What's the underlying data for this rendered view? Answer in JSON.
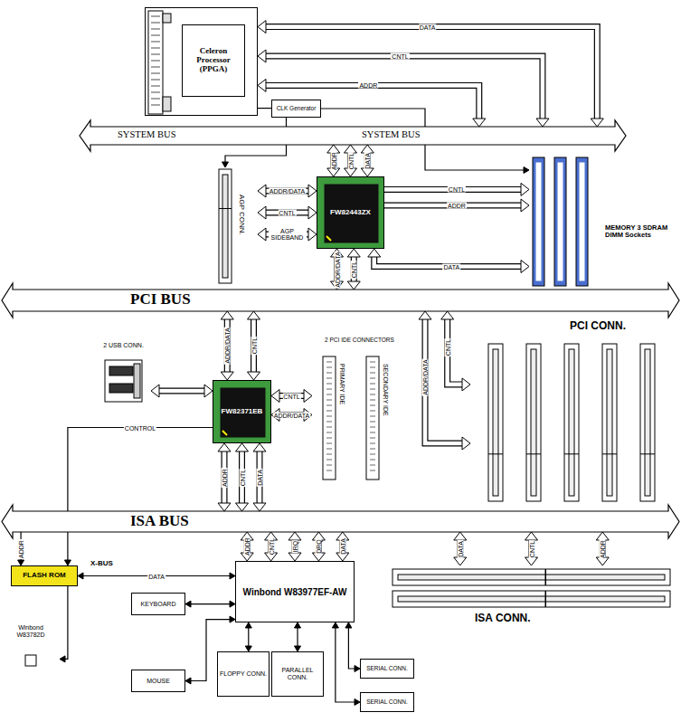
{
  "diagram": {
    "nodes": [
      {
        "text": [
          "Celeron Processor (PPGA)"
        ]
      },
      {
        "text": [
          "CLK Generator"
        ]
      },
      {
        "text": [
          "SYSTEM BUS",
          "SYSTEM BUS"
        ]
      },
      {
        "text": [
          "AGP CONN."
        ]
      },
      {
        "text": [
          "FW82443ZX"
        ]
      },
      {
        "text": [
          "MEMORY 3 SDRAM DIMM Sockets"
        ]
      },
      {
        "text": [
          "PCI BUS"
        ]
      },
      {
        "text": [
          "2 USB CONN."
        ]
      },
      {
        "text": [
          "FW82371EB"
        ]
      },
      {
        "text": [
          "2 PCI IDE CONNECTORS"
        ]
      },
      {
        "text": [
          "PRIMARY IDE"
        ],
        "in": 9
      },
      {
        "text": [
          "SECONDARY IDE"
        ],
        "in": 9
      },
      {
        "text": [
          "PCI CONN."
        ]
      },
      {
        "text": [
          "ISA BUS"
        ]
      },
      {
        "text": [
          "FLASH ROM"
        ]
      },
      {
        "text": [
          "Winbond W83782D"
        ]
      },
      {
        "text": [
          "Winbond W83977EF-AW"
        ]
      },
      {
        "text": [
          "KEYBOARD"
        ]
      },
      {
        "text": [
          "MOUSE"
        ]
      },
      {
        "text": [
          "FLOPPY CONN."
        ]
      },
      {
        "text": [
          "PARALLEL CONN."
        ]
      },
      {
        "text": [
          "SERIAL CONN."
        ]
      },
      {
        "text": [
          "SERIAL CONN."
        ]
      },
      {
        "text": [
          "ISA CONN."
        ]
      }
    ],
    "edges": [
      {
        "from": 0,
        "to": 2,
        "arrow": "both",
        "label": "DATA"
      },
      {
        "from": 0,
        "to": 2,
        "arrow": "both",
        "label": "CNTL"
      },
      {
        "from": 0,
        "to": 2,
        "arrow": "both",
        "label": "ADDR"
      },
      {
        "from": 0,
        "to": 1,
        "arrow": "none"
      },
      {
        "from": 1,
        "to": 3,
        "arrow": "to"
      },
      {
        "from": 1,
        "to": 5,
        "arrow": "to"
      },
      {
        "from": 4,
        "to": 3,
        "arrow": "both",
        "label": "ADDR/DATA"
      },
      {
        "from": 4,
        "to": 3,
        "arrow": "both",
        "label": "CNTL"
      },
      {
        "from": 4,
        "to": 3,
        "arrow": "both",
        "label": "AGP SIDEBAND"
      },
      {
        "from": 4,
        "to": 2,
        "arrow": "both",
        "label": "ADDR"
      },
      {
        "from": 4,
        "to": 2,
        "arrow": "both",
        "label": "CNTL"
      },
      {
        "from": 4,
        "to": 2,
        "arrow": "both",
        "label": "DATA"
      },
      {
        "from": 4,
        "to": 5,
        "arrow": "to",
        "label": "CNTL"
      },
      {
        "from": 4,
        "to": 5,
        "arrow": "to",
        "label": "ADDR"
      },
      {
        "from": 4,
        "to": 5,
        "arrow": "both",
        "label": "DATA"
      },
      {
        "from": 4,
        "to": 6,
        "arrow": "both",
        "label": "ADDR/DATA"
      },
      {
        "from": 4,
        "to": 6,
        "arrow": "both",
        "label": "CNTL"
      },
      {
        "from": 6,
        "to": 8,
        "arrow": "both",
        "label": "ADDR/DATA"
      },
      {
        "from": 6,
        "to": 8,
        "arrow": "both",
        "label": "CNTL"
      },
      {
        "from": 7,
        "to": 8,
        "arrow": "both"
      },
      {
        "from": 8,
        "to": 9,
        "arrow": "both",
        "label": "CNTL"
      },
      {
        "from": 8,
        "to": 9,
        "arrow": "both",
        "label": "ADDR/DATA"
      },
      {
        "from": 6,
        "to": 12,
        "arrow": "both",
        "label": "CNTL"
      },
      {
        "from": 6,
        "to": 12,
        "arrow": "both",
        "label": "ADDR/DATA"
      },
      {
        "from": 8,
        "to": 13,
        "arrow": "both",
        "label": "ADDR"
      },
      {
        "from": 8,
        "to": 13,
        "arrow": "both",
        "label": "CNTL"
      },
      {
        "from": 8,
        "to": 13,
        "arrow": "both",
        "label": "DATA"
      },
      {
        "from": 8,
        "to": 14,
        "arrow": "to",
        "label": "CONTROL"
      },
      {
        "from": 13,
        "to": 14,
        "arrow": "to",
        "label": "ADDR"
      },
      {
        "from": 14,
        "to": 16,
        "arrow": "both",
        "label": "DATA"
      },
      {
        "from": 14,
        "to": 15,
        "arrow": "to"
      },
      {
        "from": 13,
        "to": 16,
        "arrow": "both",
        "label": "ADDR"
      },
      {
        "from": 13,
        "to": 16,
        "arrow": "both",
        "label": "CNTL"
      },
      {
        "from": 13,
        "to": 16,
        "arrow": "both",
        "label": "IRQ"
      },
      {
        "from": 13,
        "to": 16,
        "arrow": "both",
        "label": "DRQ"
      },
      {
        "from": 13,
        "to": 16,
        "arrow": "both",
        "label": "DATA"
      },
      {
        "from": 16,
        "to": 17,
        "arrow": "both"
      },
      {
        "from": 16,
        "to": 18,
        "arrow": "both"
      },
      {
        "from": 16,
        "to": 19,
        "arrow": "both"
      },
      {
        "from": 16,
        "to": 20,
        "arrow": "both"
      },
      {
        "from": 16,
        "to": 21,
        "arrow": "both"
      },
      {
        "from": 16,
        "to": 22,
        "arrow": "both"
      },
      {
        "from": 13,
        "to": 23,
        "arrow": "both",
        "label": "DATA"
      },
      {
        "from": 13,
        "to": 23,
        "arrow": "both",
        "label": "CNTL"
      },
      {
        "from": 13,
        "to": 23,
        "arrow": "both",
        "label": "ADDR"
      }
    ],
    "labels": [
      "X-BUS"
    ]
  }
}
